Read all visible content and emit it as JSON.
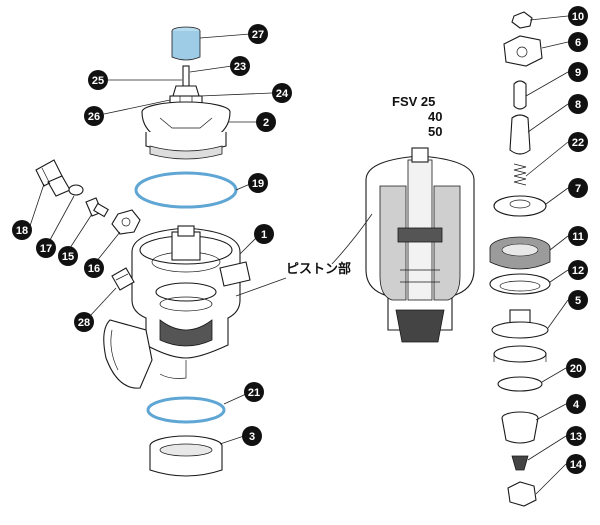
{
  "title": {
    "line1": "FSV 25",
    "line2": "40",
    "line3": "50"
  },
  "piston_label": "ピストン部",
  "callouts": [
    {
      "id": "c27",
      "num": "27"
    },
    {
      "id": "c25",
      "num": "25"
    },
    {
      "id": "c23",
      "num": "23"
    },
    {
      "id": "c26",
      "num": "26"
    },
    {
      "id": "c24",
      "num": "24"
    },
    {
      "id": "c2",
      "num": "2"
    },
    {
      "id": "c19",
      "num": "19"
    },
    {
      "id": "c1",
      "num": "1"
    },
    {
      "id": "c18",
      "num": "18"
    },
    {
      "id": "c17",
      "num": "17"
    },
    {
      "id": "c15",
      "num": "15"
    },
    {
      "id": "c16",
      "num": "16"
    },
    {
      "id": "c28",
      "num": "28"
    },
    {
      "id": "c21",
      "num": "21"
    },
    {
      "id": "c3",
      "num": "3"
    },
    {
      "id": "c10",
      "num": "10"
    },
    {
      "id": "c6",
      "num": "6"
    },
    {
      "id": "c9",
      "num": "9"
    },
    {
      "id": "c8",
      "num": "8"
    },
    {
      "id": "c22",
      "num": "22"
    },
    {
      "id": "c7",
      "num": "7"
    },
    {
      "id": "c11",
      "num": "11"
    },
    {
      "id": "c12",
      "num": "12"
    },
    {
      "id": "c5",
      "num": "5"
    },
    {
      "id": "c20",
      "num": "20"
    },
    {
      "id": "c4",
      "num": "4"
    },
    {
      "id": "c13",
      "num": "13"
    },
    {
      "id": "c14",
      "num": "14"
    }
  ],
  "colors": {
    "part_blue": "#9ecbe6",
    "part_gray": "#9b9b9b",
    "ink": "#1a1a1a"
  }
}
